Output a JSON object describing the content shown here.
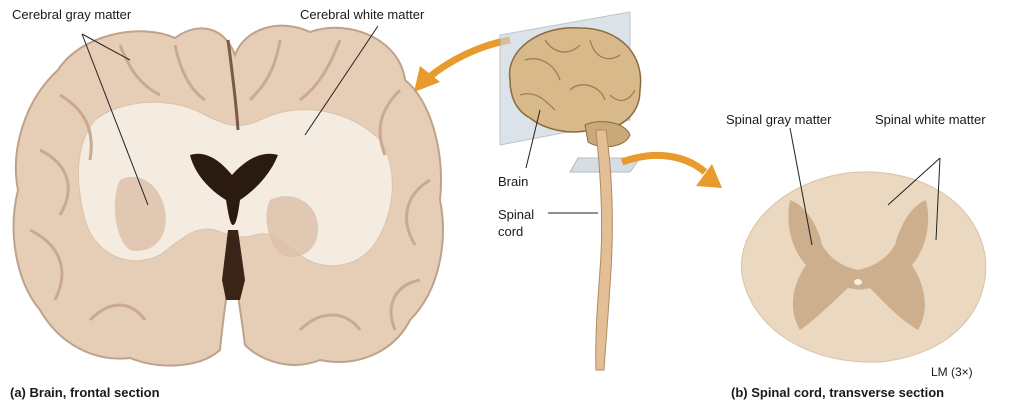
{
  "labels": {
    "cerebral_gray": "Cerebral gray matter",
    "cerebral_white": "Cerebral white matter",
    "brain": "Brain",
    "spinal_cord_line1": "Spinal",
    "spinal_cord_line2": "cord",
    "spinal_gray": "Spinal gray matter",
    "spinal_white": "Spinal white matter",
    "magnification": "LM (3×)"
  },
  "captions": {
    "a": "(a) Brain, frontal section",
    "b": "(b) Spinal cord, transverse section"
  },
  "colors": {
    "arrow": "#e89a2c",
    "brain_tissue": "#e9d3bf",
    "white_matter": "#f3ece2",
    "ventricle": "#2a1a14",
    "cord_section": "#e8d8bf",
    "cord_gray": "#c8a985"
  }
}
